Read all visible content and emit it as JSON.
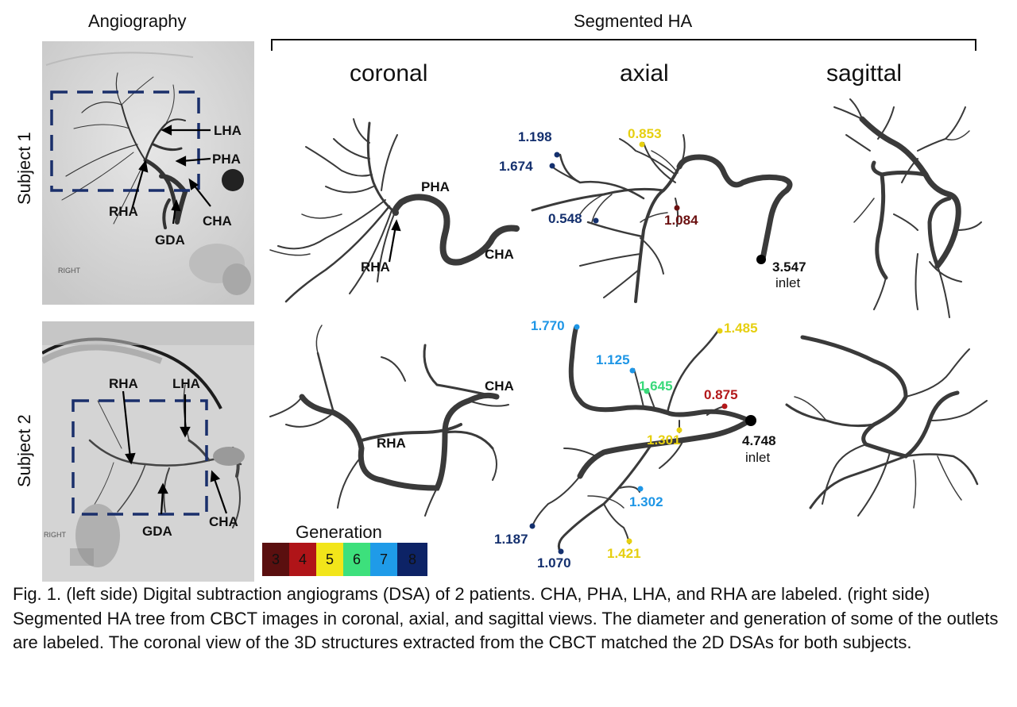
{
  "headers": {
    "angiography": "Angiography",
    "segmented": "Segmented HA",
    "views": [
      "coronal",
      "axial",
      "sagittal"
    ]
  },
  "subjects": [
    {
      "name": "Subject 1",
      "angio_labels": [
        "LHA",
        "PHA",
        "RHA",
        "CHA",
        "GDA"
      ],
      "angio_marker": "RIGHT",
      "coronal_labels": [
        "PHA",
        "RHA",
        "CHA"
      ],
      "axial_outlets": [
        {
          "value": "1.198",
          "gen": 8
        },
        {
          "value": "1.674",
          "gen": 8
        },
        {
          "value": "0.853",
          "gen": 5
        },
        {
          "value": "0.548",
          "gen": 8
        },
        {
          "value": "1.084",
          "gen": 3
        }
      ],
      "inlet": {
        "value": "3.547",
        "label": "inlet"
      }
    },
    {
      "name": "Subject 2",
      "angio_labels": [
        "RHA",
        "LHA",
        "GDA",
        "CHA"
      ],
      "angio_marker": "RIGHT",
      "coronal_labels": [
        "CHA",
        "RHA"
      ],
      "axial_outlets": [
        {
          "value": "1.770",
          "gen": 7
        },
        {
          "value": "1.485",
          "gen": 5
        },
        {
          "value": "1.125",
          "gen": 7
        },
        {
          "value": "1.645",
          "gen": 6
        },
        {
          "value": "0.875",
          "gen": 4
        },
        {
          "value": "1.301",
          "gen": 5
        },
        {
          "value": "1.302",
          "gen": 7
        },
        {
          "value": "1.187",
          "gen": 8
        },
        {
          "value": "1.070",
          "gen": 8
        },
        {
          "value": "1.421",
          "gen": 5
        }
      ],
      "inlet": {
        "value": "4.748",
        "label": "inlet"
      }
    }
  ],
  "legend": {
    "title": "Generation",
    "items": [
      {
        "gen": "3",
        "color": "#5a0f0f"
      },
      {
        "gen": "4",
        "color": "#b01418"
      },
      {
        "gen": "5",
        "color": "#f2e51a"
      },
      {
        "gen": "6",
        "color": "#3de07c"
      },
      {
        "gen": "7",
        "color": "#1f9be8"
      },
      {
        "gen": "8",
        "color": "#0d2366"
      }
    ]
  },
  "generation_colors": {
    "3": "#6b1010",
    "4": "#b3181a",
    "5": "#e6cf10",
    "6": "#39d97a",
    "7": "#1e96e6",
    "8": "#14306e"
  },
  "caption": "Fig. 1. (left side) Digital subtraction angiograms (DSA) of 2 patients. CHA, PHA, LHA, and RHA are labeled. (right side) Segmented HA tree from CBCT images in coronal, axial, and sagittal views. The diameter and generation of some of the outlets are labeled. The coronal view of the 3D structures extracted from the CBCT matched the 2D DSAs for both subjects."
}
